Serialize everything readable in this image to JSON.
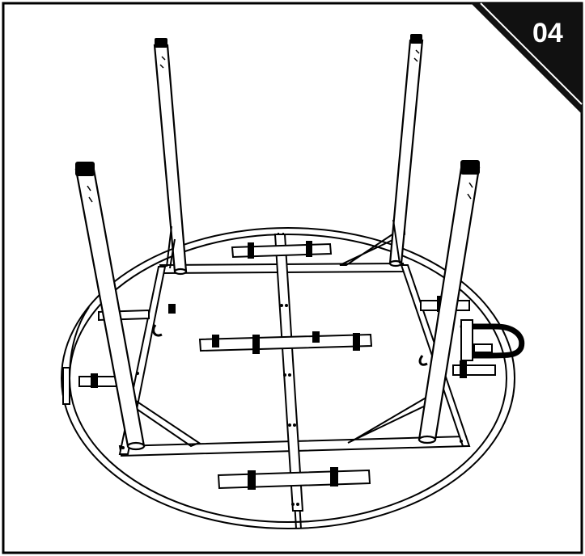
{
  "step": {
    "number": "04"
  },
  "colors": {
    "line": "#000000",
    "background": "#ffffff",
    "badge": "#111111"
  },
  "illustration": {
    "subject": "table-underside",
    "parts": [
      "tabletop-rim",
      "leg",
      "leg",
      "leg",
      "leg",
      "frame-rail",
      "center-rail",
      "cross-brace",
      "clip",
      "u-lock-handle"
    ]
  }
}
